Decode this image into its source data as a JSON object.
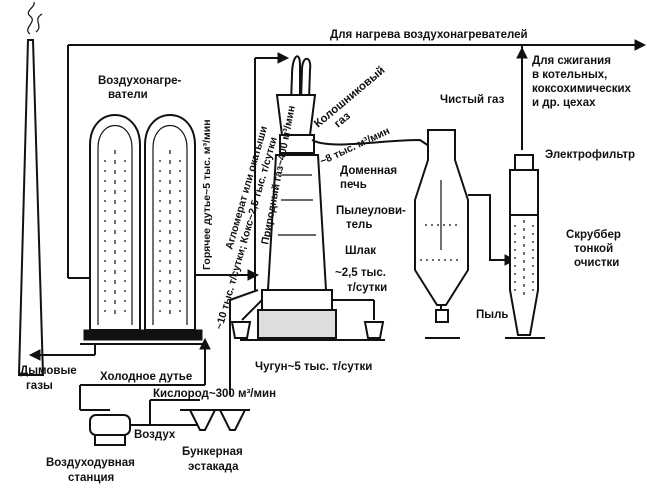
{
  "labels": {
    "top_line": "Для нагрева воздухонагревателей",
    "combustion_1": "Для сжигания",
    "combustion_2": "в котельных,",
    "combustion_3": "коксохимических",
    "combustion_4": "и др. цехах",
    "air_heaters_1": "Воздухонагре-",
    "air_heaters_2": "ватели",
    "hot_blast": "Горячее дутье~5 тыс. м³/мин",
    "agglomerate_1": "Агломерат или окатыши",
    "agglomerate_2": "~10 тыс. т/сутки; Кокс~2,5 тыс. т/сутки",
    "natural_gas": "Природный газ~400 м³/мин",
    "top_gas_1": "Колошниковый",
    "top_gas_2": "газ",
    "top_gas_flow": "~8 тыс. м³/мин",
    "clean_gas": "Чистый газ",
    "blast_furnace_1": "Доменная",
    "blast_furnace_2": "печь",
    "dust_catcher_1": "Пылеулови-",
    "dust_catcher_2": "тель",
    "electrofilter": "Электрофильтр",
    "scrubber_1": "Скруббер",
    "scrubber_2": "тонкой",
    "scrubber_3": "очистки",
    "slag_1": "Шлак",
    "slag_2": "~2,5 тыс.",
    "slag_3": "т/сутки",
    "dust": "Пыль",
    "flue_gases_1": "Дымовые",
    "flue_gases_2": "газы",
    "cold_blast": "Холодное дутье",
    "pig_iron": "Чугун~5 тыс. т/сутки",
    "oxygen": "Кислород~300 м³/мин",
    "air": "Воздух",
    "blower_1": "Воздуходувная",
    "blower_2": "станция",
    "bunker_1": "Бункерная",
    "bunker_2": "эстакада"
  }
}
